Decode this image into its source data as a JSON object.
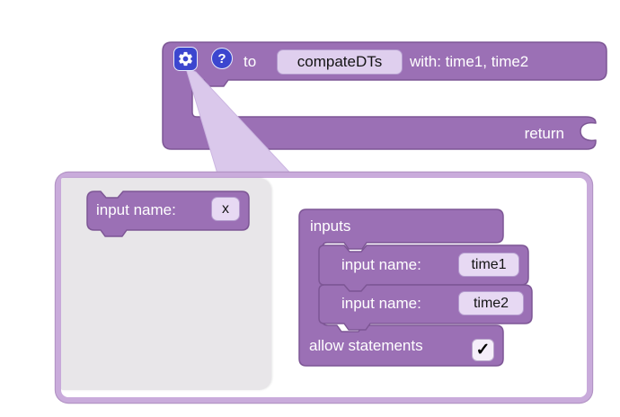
{
  "procedure_block": {
    "to_label": "to",
    "name_field": "compateDTs",
    "params_label": "with: time1, time2",
    "return_label": "return"
  },
  "icons": {
    "gear": "gear-settings",
    "help": "?"
  },
  "mutator_dialog": {
    "flyout": {
      "block": {
        "label": "input name:",
        "name": "x"
      }
    },
    "workspace": {
      "container_label": "inputs",
      "inputs": [
        {
          "label": "input name:",
          "name": "time1"
        },
        {
          "label": "input name:",
          "name": "time2"
        }
      ],
      "allow_statements": {
        "label": "allow statements",
        "checked": true,
        "checkmark": "✓"
      }
    }
  },
  "colors": {
    "block_purple": "#9b70b5",
    "block_border": "#7d5695",
    "field_bg": "#e7d9f3",
    "field_border": "#b49bce",
    "icon_blue": "#3c46cf",
    "beam": "#dac8eb",
    "dialog_border": "#c9abdb",
    "flyout_bg": "#e8e6e9",
    "page_bg": "#ffffff"
  }
}
